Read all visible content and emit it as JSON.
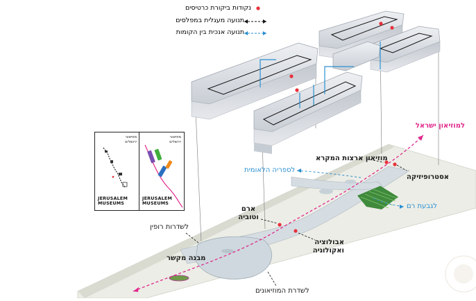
{
  "legend": {
    "visitor_points": "נקודות ביקורת כרטיסים",
    "circular_movement": "תנועה מעגלית במפלסים",
    "vertical_movement": "תנועה אנכית בין הקומות"
  },
  "labels": {
    "israel_museum": "למוזיאון ישראל",
    "bible_lands": "מוזיאון ארצות המקרא",
    "national_library": "לספריה הלאומית",
    "astrophysics": "אסטרופיזיקה",
    "givat_ram": "לגבעת רם",
    "aram_tuvia": "ארם וטוביה",
    "ruppin": "לשדרות רופין",
    "evolution": "אבולוציה ואקולוגיה",
    "connecting": "מבנה מקשר",
    "museums_blvd": "לשדרת המוזיאונים"
  },
  "cards": [
    {
      "header_line1": "מוזיאוני",
      "header_line2": "ירושלים",
      "brand_line1": "JERUSALEM",
      "brand_line2": "MUSEUMS"
    },
    {
      "header_line1": "מוזיאוני",
      "header_line2": "ירושלים",
      "brand_line1": "JERUSALEM",
      "brand_line2": "MUSEUMS"
    }
  ],
  "colors": {
    "ticket_point": "#e8303a",
    "circular_path": "#111111",
    "vertical_path": "#2a8fd0",
    "route": "#e0288c",
    "building": "#dde1e6",
    "plaza": "#e9ebe2",
    "green_patch": "#3f8a3c"
  }
}
